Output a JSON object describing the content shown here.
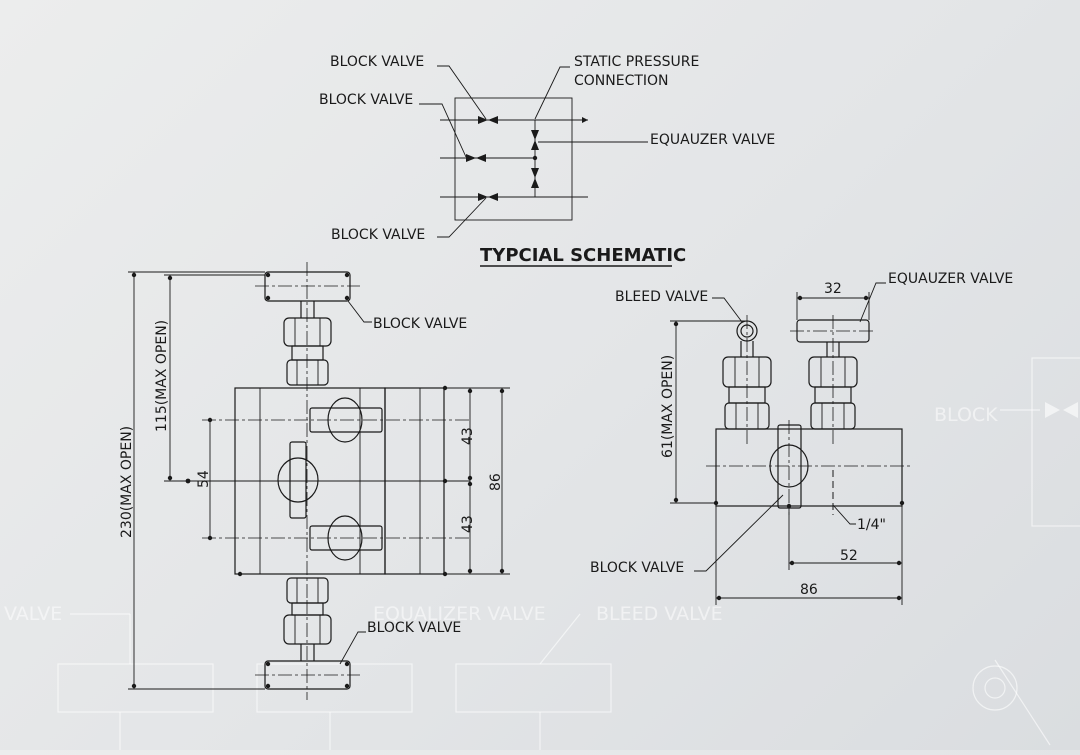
{
  "schematic": {
    "title": "TYPCIAL SCHEMATIC",
    "label_block_valve_1": "BLOCK VALVE",
    "label_block_valve_2": "BLOCK VALVE",
    "label_block_valve_3": "BLOCK VALVE",
    "label_static_pressure_line1": "STATIC PRESSURE",
    "label_static_pressure_line2": "CONNECTION",
    "label_equalizer": "EQUAUZER VALVE"
  },
  "front_view": {
    "dim_overall": "230(MAX OPEN)",
    "dim_half": "115(MAX OPEN)",
    "dim_54": "54",
    "dim_43_top": "43",
    "dim_43_bottom": "43",
    "dim_86": "86",
    "label_block_valve_top": "BLOCK VALVE",
    "label_block_valve_bottom": "BLOCK VALVE"
  },
  "side_view": {
    "label_bleed": "BLEED VALVE",
    "label_equalizer": "EQUAUZER VALVE",
    "label_block": "BLOCK VALVE",
    "dim_32": "32",
    "dim_61": "61(MAX OPEN)",
    "dim_thread": "1/4\"",
    "dim_52": "52",
    "dim_86": "86"
  },
  "background": {
    "ghost_block": "BLOCK",
    "ghost_valve": "VALVE",
    "ghost_equalizer": "EQUALIZER VALVE",
    "ghost_bleed": "BLEED VALVE"
  }
}
